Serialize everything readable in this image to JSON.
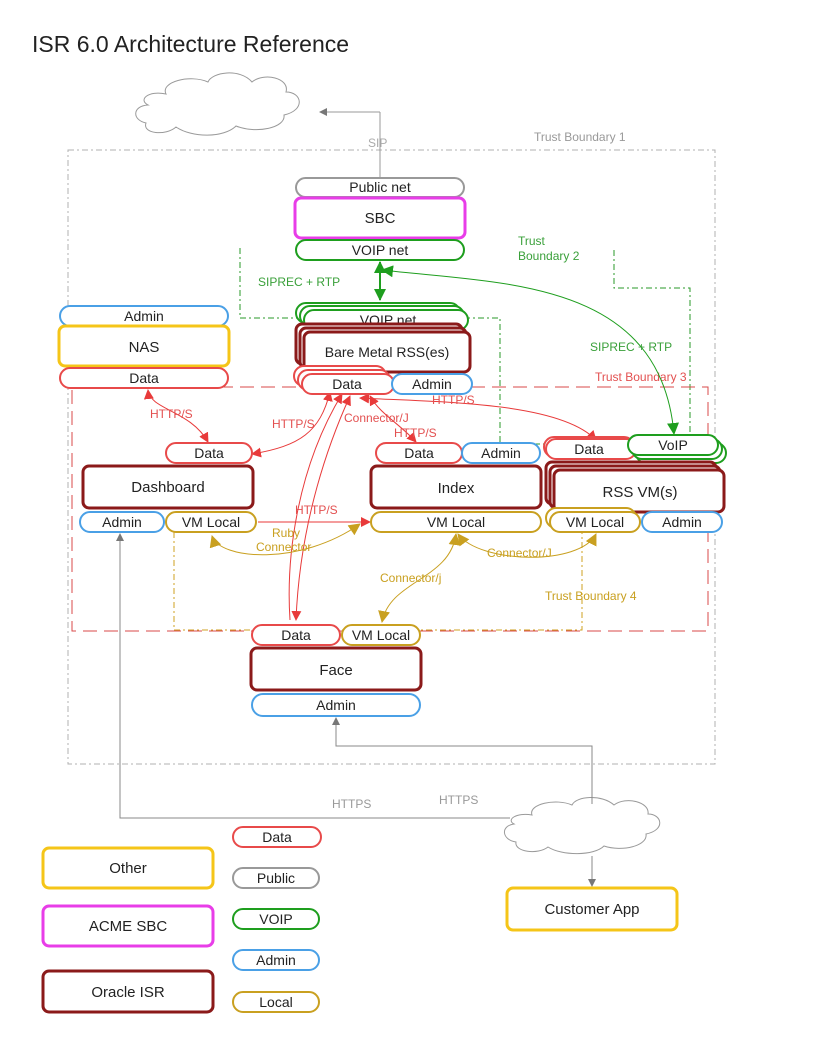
{
  "title": "ISR 6.0 Architecture Reference",
  "boundaries": {
    "b1": "Trust Boundary 1",
    "b2_line1": "Trust",
    "b2_line2": "Boundary 2",
    "b3": "Trust Boundary 3",
    "b4": "Trust Boundary 4"
  },
  "nodes": {
    "public_net": "Public net",
    "sbc": "SBC",
    "voip_net": "VOIP net",
    "rss_voip_net": "VOIP net",
    "rss": "Bare Metal RSS(es)",
    "rss_data": "Data",
    "rss_admin": "Admin",
    "nas_admin": "Admin",
    "nas": "NAS",
    "nas_data": "Data",
    "dash_data": "Data",
    "dashboard": "Dashboard",
    "dash_admin": "Admin",
    "dash_vmlocal": "VM Local",
    "index_data": "Data",
    "index_admin": "Admin",
    "index": "Index",
    "index_vmlocal": "VM Local",
    "rssvm_data": "Data",
    "rssvm_voip": "VoIP",
    "rssvm": "RSS VM(s)",
    "rssvm_vmlocal": "VM Local",
    "rssvm_admin": "Admin",
    "face_data": "Data",
    "face_vmlocal": "VM Local",
    "face": "Face",
    "face_admin": "Admin",
    "customer_app": "Customer App"
  },
  "connections": {
    "sip": "SIP",
    "siprec_rtp_1": "SIPREC + RTP",
    "siprec_rtp_2": "SIPREC + RTP",
    "http_nas": "HTTP/S",
    "http_rss_dash": "HTTP/S",
    "connector_j_1": "Connector/J",
    "http_rss_vm": "HTTP/S",
    "http_index": "HTTP/S",
    "http_face": "HTTP/S",
    "ruby_line1": "Ruby",
    "ruby_line2": "Connector",
    "connector_j_2": "Connector/J",
    "connector_j_3": "Connector/j",
    "https_1": "HTTPS",
    "https_2": "HTTPS"
  },
  "legend": {
    "other": "Other",
    "acme_sbc": "ACME SBC",
    "oracle_isr": "Oracle ISR",
    "data": "Data",
    "public": "Public",
    "voip": "VOIP",
    "admin": "Admin",
    "local": "Local"
  },
  "colors": {
    "data": "#e84a4a",
    "public": "#999999",
    "voip": "#22a022",
    "admin": "#4aa0e6",
    "local": "#d4a017",
    "other": "#f5c518",
    "acme_sbc": "#e83de8",
    "oracle_isr": "#8b1a1a"
  }
}
